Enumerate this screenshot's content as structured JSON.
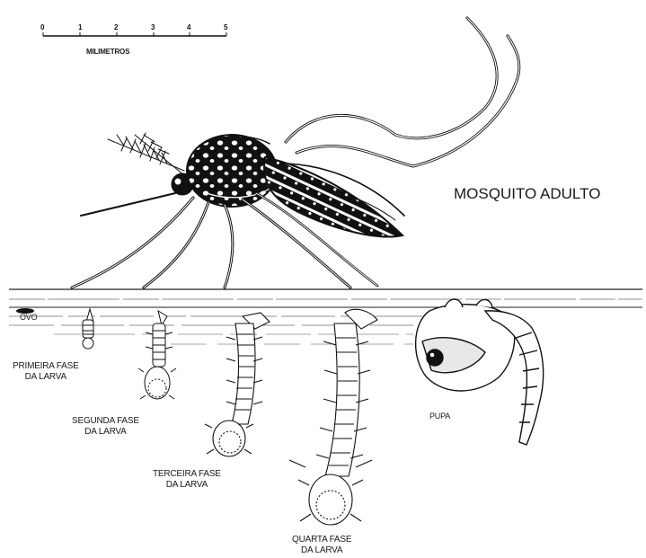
{
  "scale": {
    "unit_label": "MILIMETROS",
    "ticks": [
      "0",
      "1",
      "2",
      "3",
      "4",
      "5"
    ]
  },
  "labels": {
    "adult": "MOSQUITO ADULTO",
    "egg": "OVO",
    "larva1": [
      "PRIMEIRA FASE",
      "DA LARVA"
    ],
    "larva2": [
      "SEGUNDA FASE",
      "DA LARVA"
    ],
    "larva3": [
      "TERCEIRA FASE",
      "DA LARVA"
    ],
    "larva4": [
      "QUARTA FASE",
      "DA LARVA"
    ],
    "pupa": "PUPA"
  },
  "colors": {
    "ink": "#111111",
    "background": "#ffffff"
  }
}
